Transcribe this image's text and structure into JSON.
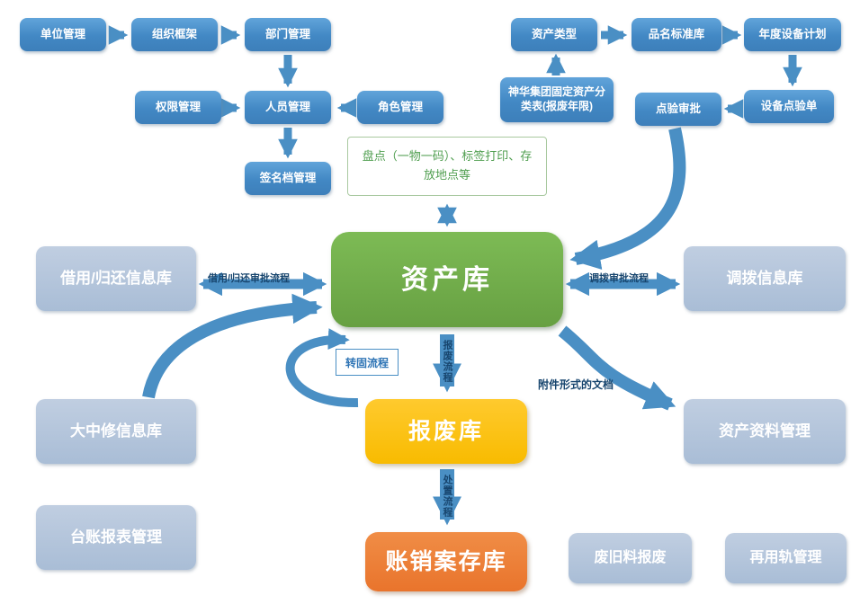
{
  "nodes": {
    "unit": "单位管理",
    "org": "组织框架",
    "dept": "部门管理",
    "perm": "权限管理",
    "person": "人员管理",
    "role": "角色管理",
    "signature": "签名档管理",
    "asset_type": "资产类型",
    "name_standard": "品名标准库",
    "annual_plan": "年度设备计划",
    "shenhua": "神华集团固定资产分类表(报废年限)",
    "check_approval": "点验审批",
    "check_sheet": "设备点验单",
    "inventory_note": "盘点（一物一码）、标签打印、存放地点等",
    "asset_lib": "资产库",
    "borrow_lib": "借用/归还信息库",
    "transfer_lib": "调拨信息库",
    "repair_lib": "大中修信息库",
    "doc_mgmt": "资产资料管理",
    "ledger": "台账报表管理",
    "scrap_lib": "报废库",
    "writeoff_lib": "账销案存库",
    "waste": "废旧料报废",
    "reuse": "再用轨管理"
  },
  "flow_labels": {
    "borrow": "借用/归还审批流程",
    "transfer": "调拨审批流程",
    "scrap": "报废流程",
    "dispose": "处置流程",
    "fixed": "转固流程",
    "attachment": "附件形式的文档"
  },
  "colors": {
    "node_blue": "#4288c4",
    "node_gray": "#a9bdd6",
    "asset_green": "#70ad47",
    "scrap_yellow": "#ffc000",
    "writeoff_orange": "#ed7d31",
    "arrow_blue": "#4a8fc4",
    "label_navy": "#17456e",
    "note_green": "#4f9e4f"
  }
}
